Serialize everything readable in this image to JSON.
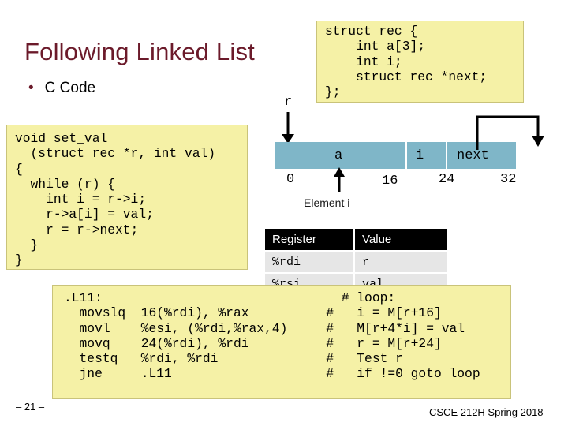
{
  "slide": {
    "title": "Following Linked List",
    "bullet": "C Code",
    "page_number": "– 21 –",
    "course": "CSCE 212H Spring 2018"
  },
  "struct_code": "struct rec {\n    int a[3];\n    int i;\n    struct rec *next;\n};",
  "c_code": "void set_val\n  (struct rec *r, int val)\n{\n  while (r) {\n    int i = r->i;\n    r->a[i] = val;\n    r = r->next;\n  }\n}",
  "asm_code": ".L11:                               # loop:\n  movslq  16(%rdi), %rax          #   i = M[r+16]\n  movl    %esi, (%rdi,%rax,4)     #   M[r+4*i] = val\n  movq    24(%rdi), %rdi          #   r = M[r+24]\n  testq   %rdi, %rdi              #   Test r\n  jne     .L11                    #   if !=0 goto loop",
  "diagram": {
    "pointer_label": "r",
    "fields": [
      "a",
      "i",
      "next"
    ],
    "offsets": [
      "0",
      "16",
      "24",
      "32"
    ],
    "element_label": "Element i",
    "bar_color": "#7fb6c8"
  },
  "register_table": {
    "headers": [
      "Register",
      "Value"
    ],
    "rows": [
      {
        "register": "%rdi",
        "value": "r"
      },
      {
        "register": "%rsi",
        "value": "val"
      }
    ]
  },
  "colors": {
    "title": "#6b1a2a",
    "code_box": "#f5f1a6",
    "table_header": "#000000",
    "table_row": "#e6e6e6"
  }
}
